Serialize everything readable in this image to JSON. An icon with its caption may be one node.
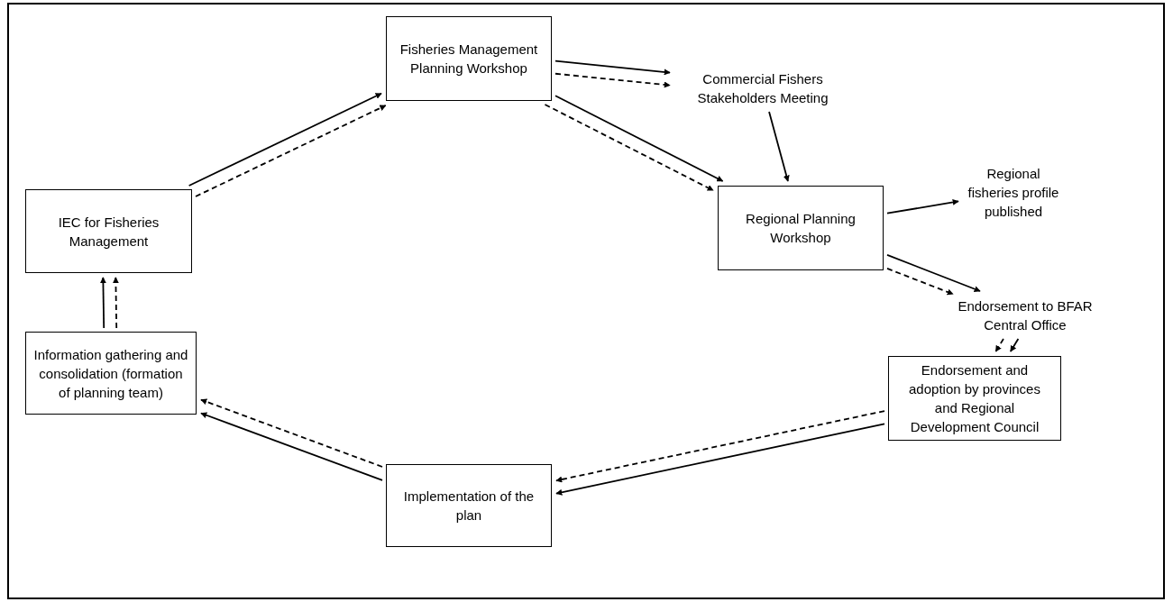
{
  "diagram": {
    "nodes": [
      {
        "text": [
          "Fisheries Management Planning Workshop"
        ]
      },
      {
        "text": [
          "Commercial Fishers Stakeholders Meeting"
        ]
      },
      {
        "text": [
          "IEC for Fisheries Management"
        ]
      },
      {
        "text": [
          "Regional Planning Workshop"
        ]
      },
      {
        "text": [
          "Regional fisheries profile published"
        ]
      },
      {
        "text": [
          "Endorsement to BFAR Central Office"
        ]
      },
      {
        "text": [
          "Information gathering and consolidation (formation of planning team)"
        ]
      },
      {
        "text": [
          "Endorsement and adoption by provinces and Regional Development Council"
        ]
      },
      {
        "text": [
          "Implementation of the plan"
        ]
      }
    ],
    "edges": [
      {
        "from": 2,
        "to": 0,
        "arrow": "to"
      },
      {
        "from": 2,
        "to": 0,
        "arrow": "to",
        "style": "dashed"
      },
      {
        "from": 0,
        "to": 1,
        "arrow": "to"
      },
      {
        "from": 0,
        "to": 1,
        "arrow": "to",
        "style": "dashed"
      },
      {
        "from": 1,
        "to": 3,
        "arrow": "to"
      },
      {
        "from": 0,
        "to": 3,
        "arrow": "to"
      },
      {
        "from": 0,
        "to": 3,
        "arrow": "to",
        "style": "dashed"
      },
      {
        "from": 3,
        "to": 4,
        "arrow": "to"
      },
      {
        "from": 3,
        "to": 5,
        "arrow": "to"
      },
      {
        "from": 3,
        "to": 5,
        "arrow": "to",
        "style": "dashed"
      },
      {
        "from": 5,
        "to": 7,
        "arrow": "to"
      },
      {
        "from": 5,
        "to": 7,
        "arrow": "to",
        "style": "dashed"
      },
      {
        "from": 7,
        "to": 8,
        "arrow": "to"
      },
      {
        "from": 7,
        "to": 8,
        "arrow": "to",
        "style": "dashed"
      },
      {
        "from": 8,
        "to": 6,
        "arrow": "to"
      },
      {
        "from": 8,
        "to": 6,
        "arrow": "to",
        "style": "dashed"
      },
      {
        "from": 6,
        "to": 2,
        "arrow": "to"
      },
      {
        "from": 6,
        "to": 2,
        "arrow": "to",
        "style": "dashed"
      }
    ]
  }
}
